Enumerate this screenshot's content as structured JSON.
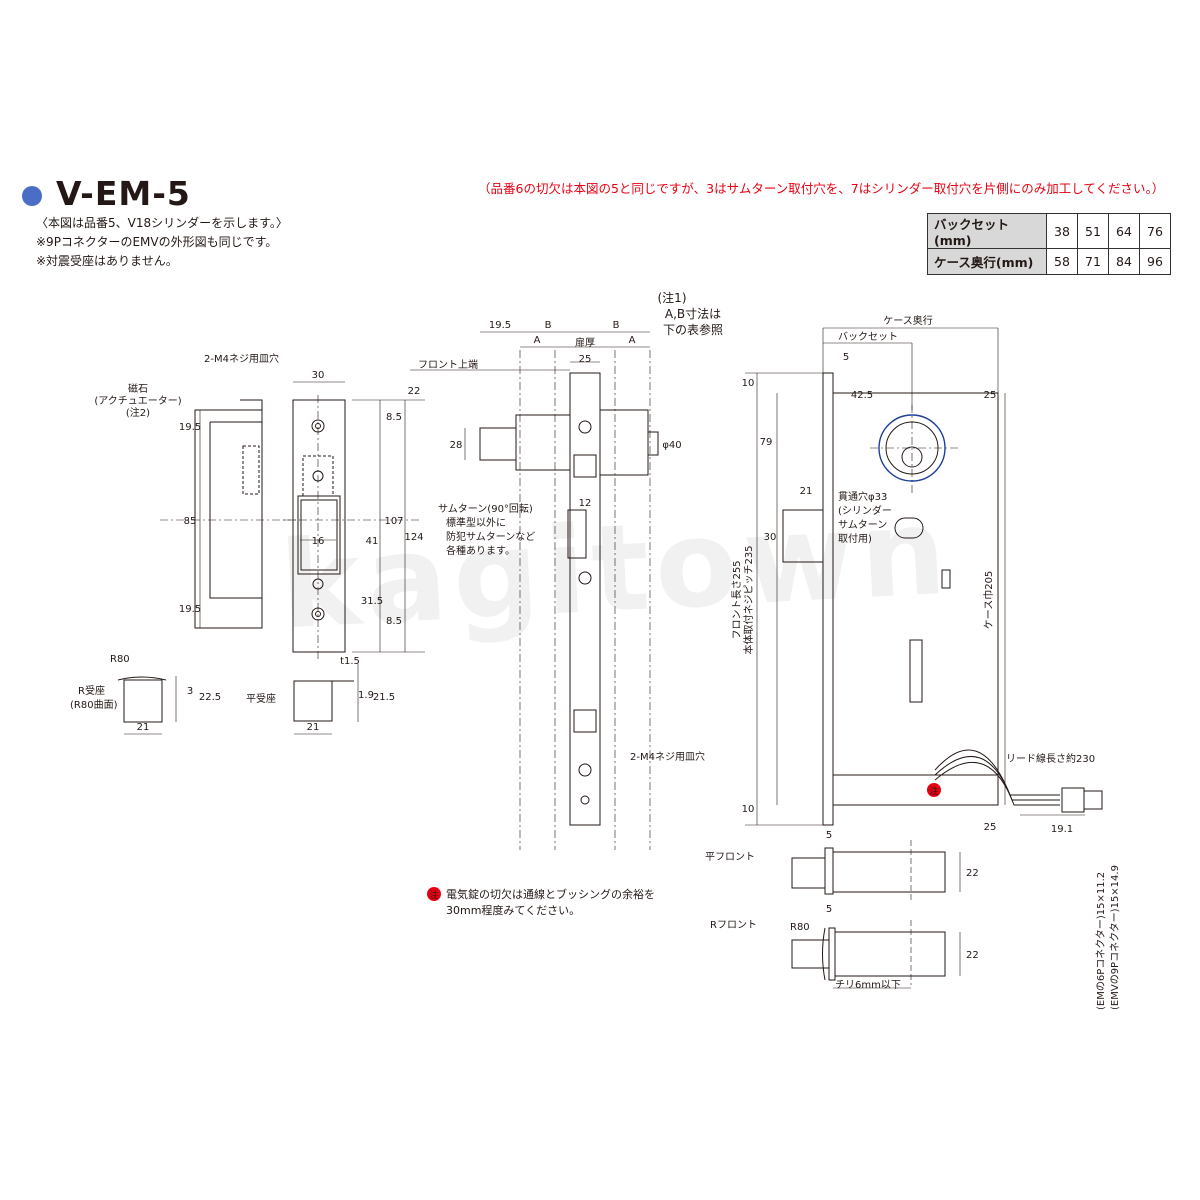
{
  "header": {
    "title": "V-EM-5",
    "note_lines": [
      "〈本図は品番5、V18シリンダーを示します。〉",
      "※9PコネクターのEMVの外形図も同じです。",
      "※対震受座はありません。"
    ],
    "red_note": "（品番6の切欠は本図の5と同じですが、3はサムターン取付穴を、7はシリンダー取付穴を片側にのみ加工してください。）"
  },
  "colors": {
    "accent_blue": "#4a6dc5",
    "note_red": "#e60012",
    "dim_blue": "#1d3f9a"
  },
  "spec_table": {
    "rows": [
      {
        "label": "バックセット(mm)",
        "values": [
          "38",
          "51",
          "64",
          "76"
        ]
      },
      {
        "label": "ケース奥行(mm)",
        "values": [
          "58",
          "71",
          "84",
          "96"
        ]
      }
    ]
  },
  "watermark": "kagitown",
  "strike": {
    "magnet_label_1": "磁石",
    "magnet_label_2": "(アクチュエーター)",
    "magnet_note": "(注2)",
    "screw_hole": "2-M4ネジ用皿穴",
    "dims": [
      "30",
      "19.5",
      "85",
      "19.5",
      "16",
      "22",
      "8.5",
      "107",
      "124",
      "41",
      "31.5",
      "8.5"
    ]
  },
  "strike_plates": {
    "r_label_1": "R受座",
    "r_label_2": "(R80曲面)",
    "r80": "R80",
    "flat_label": "平受座",
    "dims": [
      "3",
      "22.5",
      "21",
      "t1.5",
      "1.9",
      "21.5",
      "21"
    ]
  },
  "front": {
    "note1_1": "(注1)",
    "note1_2": "A,B寸法は",
    "note1_3": "下の表参照",
    "front_top": "フロント上端",
    "door_thickness": "扉厚",
    "thumbturn_1": "サムターン(90°回転)",
    "thumbturn_2": "標準型以外に",
    "thumbturn_3": "防犯サムターンなど",
    "thumbturn_4": "各種あります。",
    "screw_hole": "2-M4ネジ用皿穴",
    "dims": [
      "19.5",
      "B",
      "B",
      "A",
      "A",
      "25",
      "28",
      "φ40",
      "12"
    ]
  },
  "case": {
    "case_depth": "ケース奥行",
    "backset": "バックセット",
    "through_hole_1": "貫通穴φ33",
    "through_hole_2": "(シリンダー",
    "through_hole_3": "サムターン",
    "through_hole_4": "取付用)",
    "front_length": "フロント長さ255",
    "mount_pitch": "本体取付ネジピッチ235",
    "case_width": "ケース巾205",
    "lead_wire": "リード線長さ約230",
    "connector_6p": "(EMの6Pコネクター)15×11.2",
    "connector_9p": "(EMVの9Pコネクター)15×14.9",
    "dims": [
      "5",
      "42.5",
      "25",
      "79",
      "21",
      "30",
      "10",
      "10",
      "25",
      "19.1"
    ]
  },
  "electric_note": {
    "marker": "注",
    "line1": "電気錠の切欠は通線とブッシングの余裕を",
    "line2": "30mm程度みてください。"
  },
  "bottom": {
    "flat_front": "平フロント",
    "r_front": "Rフロント",
    "r80": "R80",
    "clearance": "チリ6mm以下",
    "dims": [
      "5",
      "22",
      "5",
      "22"
    ]
  }
}
